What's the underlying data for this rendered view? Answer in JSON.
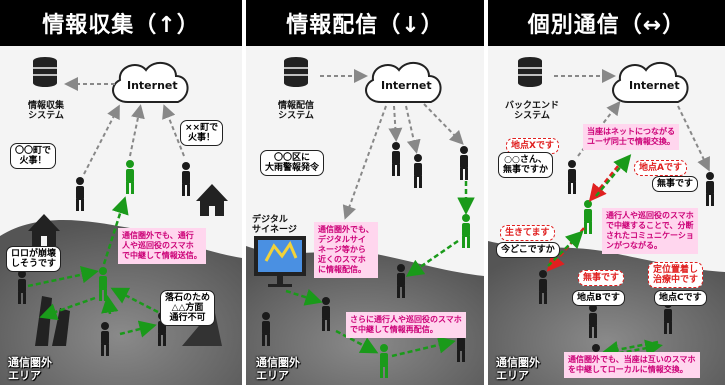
{
  "panels": [
    {
      "title": "情報収集（↑）",
      "internet": "Internet",
      "system": "情報収集\nシステム",
      "bubbles": [
        "〇〇町で\n火事！",
        "××町で\n火事！",
        "ロロが崩壊\nしそうです",
        "落石のため\n△△方面\n通行不可"
      ],
      "note": "通信圏外でも、通行\n人や巡回役のスマホ\nで中継して情報送信。",
      "area": "通信圏外\nエリア"
    },
    {
      "title": "情報配信（↓）",
      "internet": "Internet",
      "system": "情報配信\nシステム",
      "bubbles": [
        "〇〇区に\n大雨警報発令"
      ],
      "signage": "デジタル\nサイネージ",
      "note1": "通信圏外でも、\nデジタルサイ\nネージ等から\n近くのスマホ\nに情報配信。",
      "note2": "さらに通行人や巡回役のスマホ\nで中継して情報再配信。",
      "area": "通信圏外\nエリア"
    },
    {
      "title": "個別通信（↔）",
      "internet": "Internet",
      "system": "バックエンド\nシステム",
      "note_top": "当座はネットにつながる\nユーザ同士で情報交換。",
      "red_bubbles": [
        "地点Xです",
        "地点Aです",
        "生きてます",
        "無事です",
        "定位置着し\n治療中です"
      ],
      "bubbles": [
        "○○さん、\n無事ですか",
        "無事です",
        "今どこですか",
        "地点Bです",
        "地点Cです"
      ],
      "note_mid": "通行人や巡回役のスマホ\nで中継することで、分断\nされたコミュニケーショ\nンがつながる。",
      "note_bottom": "通信圏外でも、当座は互いのスマホ\nを中継してローカルに情報交換。",
      "area": "通信圏外\nエリア"
    }
  ],
  "colors": {
    "header": "#000000",
    "arrow_green": "#1a9a1a",
    "arrow_red": "#e02020",
    "note_bg": "#ffd6ee",
    "note_text": "#cc0077",
    "ground": "#707070"
  }
}
